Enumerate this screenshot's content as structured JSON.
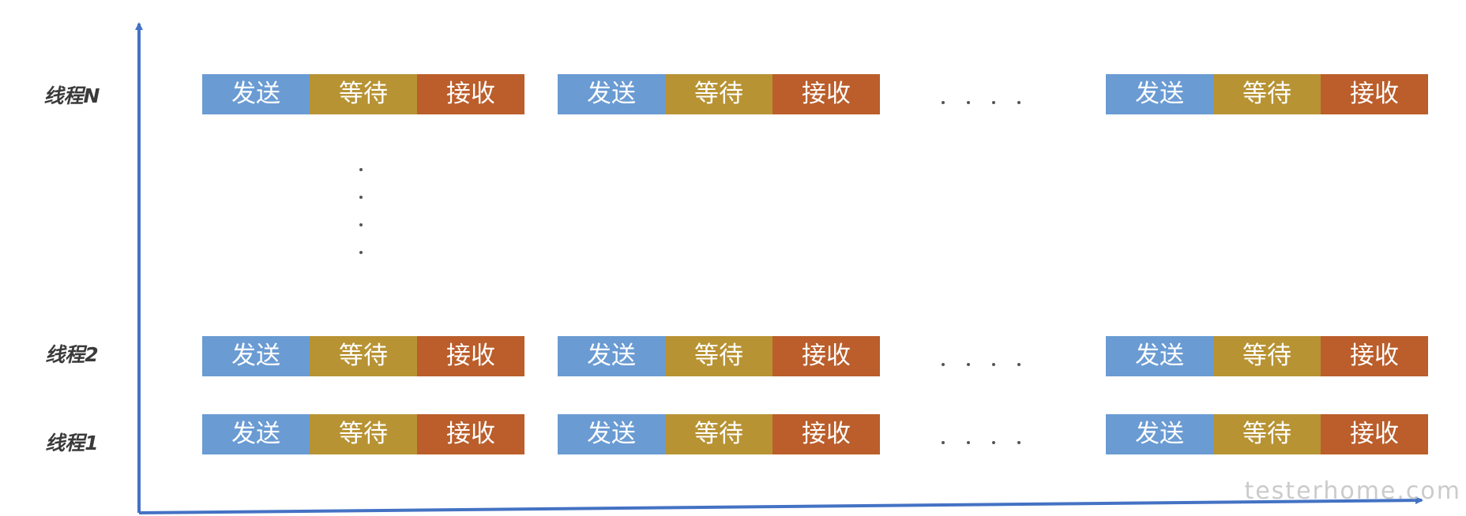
{
  "threads": [
    {
      "label": "线程N",
      "groups": [
        {
          "send": "发送",
          "wait": "等待",
          "recv": "接收"
        },
        {
          "send": "发送",
          "wait": "等待",
          "recv": "接收"
        },
        {
          "send": "发送",
          "wait": "等待",
          "recv": "接收"
        }
      ]
    },
    {
      "label": "线程2",
      "groups": [
        {
          "send": "发送",
          "wait": "等待",
          "recv": "接收"
        },
        {
          "send": "发送",
          "wait": "等待",
          "recv": "接收"
        },
        {
          "send": "发送",
          "wait": "等待",
          "recv": "接收"
        }
      ]
    },
    {
      "label": "线程1",
      "groups": [
        {
          "send": "发送",
          "wait": "等待",
          "recv": "接收"
        },
        {
          "send": "发送",
          "wait": "等待",
          "recv": "接收"
        },
        {
          "send": "发送",
          "wait": "等待",
          "recv": "接收"
        }
      ]
    }
  ],
  "colors": {
    "send": "#6a9bd3",
    "wait": "#b89334",
    "recv": "#bb5e2b",
    "axis": "#4472c4"
  },
  "watermark": "testerhome.com"
}
